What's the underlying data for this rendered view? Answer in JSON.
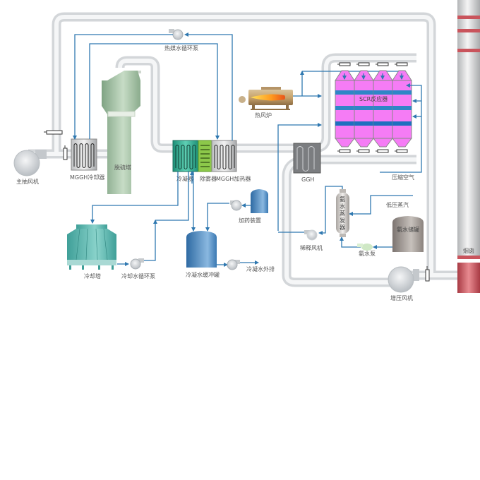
{
  "title": "Flue gas treatment process flow diagram",
  "labels": {
    "main_fan": "主抽风机",
    "mggh_cooler": "MGGH冷却器",
    "desulfurization_tower": "脱硫塔",
    "hot_medium_pump": "热媒水循环泵",
    "condenser": "冷凝器",
    "demister": "除雾器",
    "mggh_heater": "MGGH加热器",
    "hot_air_furnace": "热风炉",
    "ggh": "GGH",
    "scr_reactor": "SCR反应器",
    "compressed_air": "压缩空气",
    "cooling_tower": "冷却塔",
    "cooling_water_pump": "冷却水循环泵",
    "condensate_buffer_tank": "冷凝水缓冲罐",
    "dosing_device": "加药装置",
    "condensate_discharge": "冷凝水外排",
    "ammonia_evaporator": [
      "氨",
      "水",
      "蒸",
      "发",
      "器"
    ],
    "low_pressure_steam": "低压蒸汽",
    "ammonia_tank": "氨水储罐",
    "dilution_fan": "稀释风机",
    "ammonia_pump": "氨水泵",
    "booster_fan": "增压风机",
    "chimney": "烟囱"
  },
  "colors": {
    "flow_line": "#2f78b0",
    "pipe": "#e4e6e8",
    "scr_pink": "#f57cf5",
    "scr_band": "#2f86c6",
    "tower_green": "#9fc0a0",
    "cooling_tower": "#4fb3ab",
    "tank_blue": "#3f7fb8",
    "chimney_red": "#c9545c",
    "condenser_teal": "#2aa58c",
    "demister_green": "#8cc84a"
  },
  "scr_modules": 4
}
